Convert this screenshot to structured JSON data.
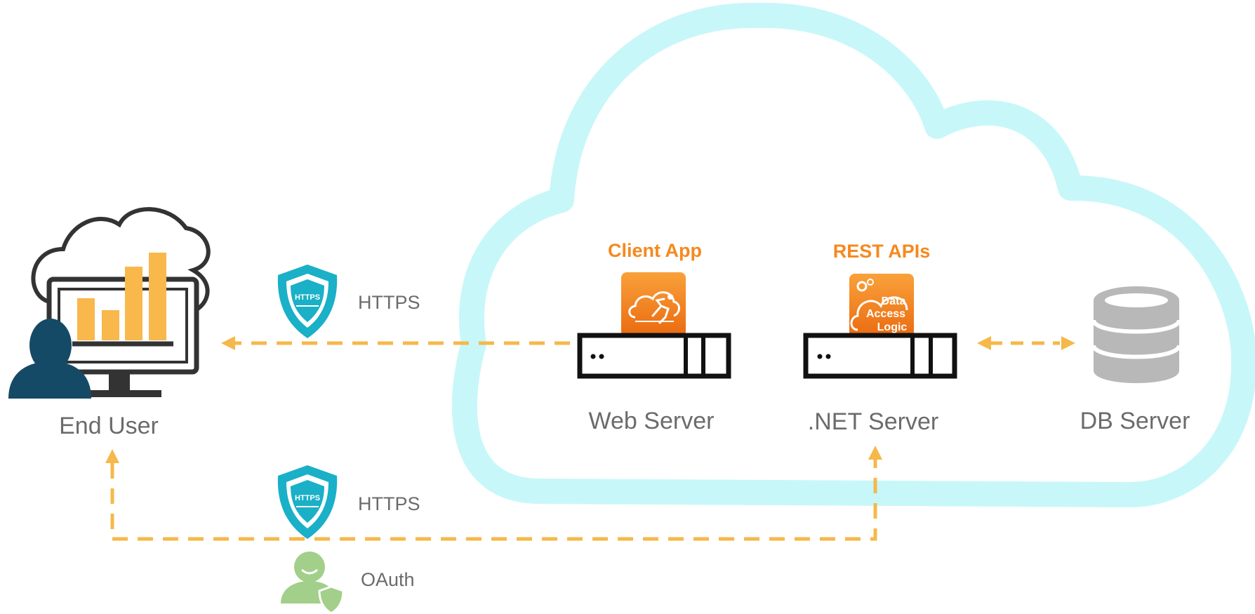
{
  "nodes": {
    "end_user": {
      "label": "End User"
    },
    "web_server": {
      "label": "Web Server",
      "badge_title": "Client App"
    },
    "net_server": {
      "label": ".NET Server",
      "badge_title": "REST APIs",
      "badge_text_lines": [
        "Data",
        "Access",
        "Logic"
      ]
    },
    "db_server": {
      "label": "DB Server"
    }
  },
  "connections": {
    "web_to_user": {
      "label": "HTTPS",
      "shield_text": "HTTPS"
    },
    "user_to_net": {
      "label": "HTTPS",
      "shield_text": "HTTPS",
      "auth_label": "OAuth"
    }
  },
  "colors": {
    "cloud": "#c8f7f9",
    "arrow": "#f6b84a",
    "accent_orange": "#f5891f",
    "shield": "#1ab0c7",
    "server": "#111111",
    "db": "#b8b8b8",
    "user": "#154a66",
    "oauth_user": "#a2cf89",
    "label": "#6b6b6b"
  }
}
